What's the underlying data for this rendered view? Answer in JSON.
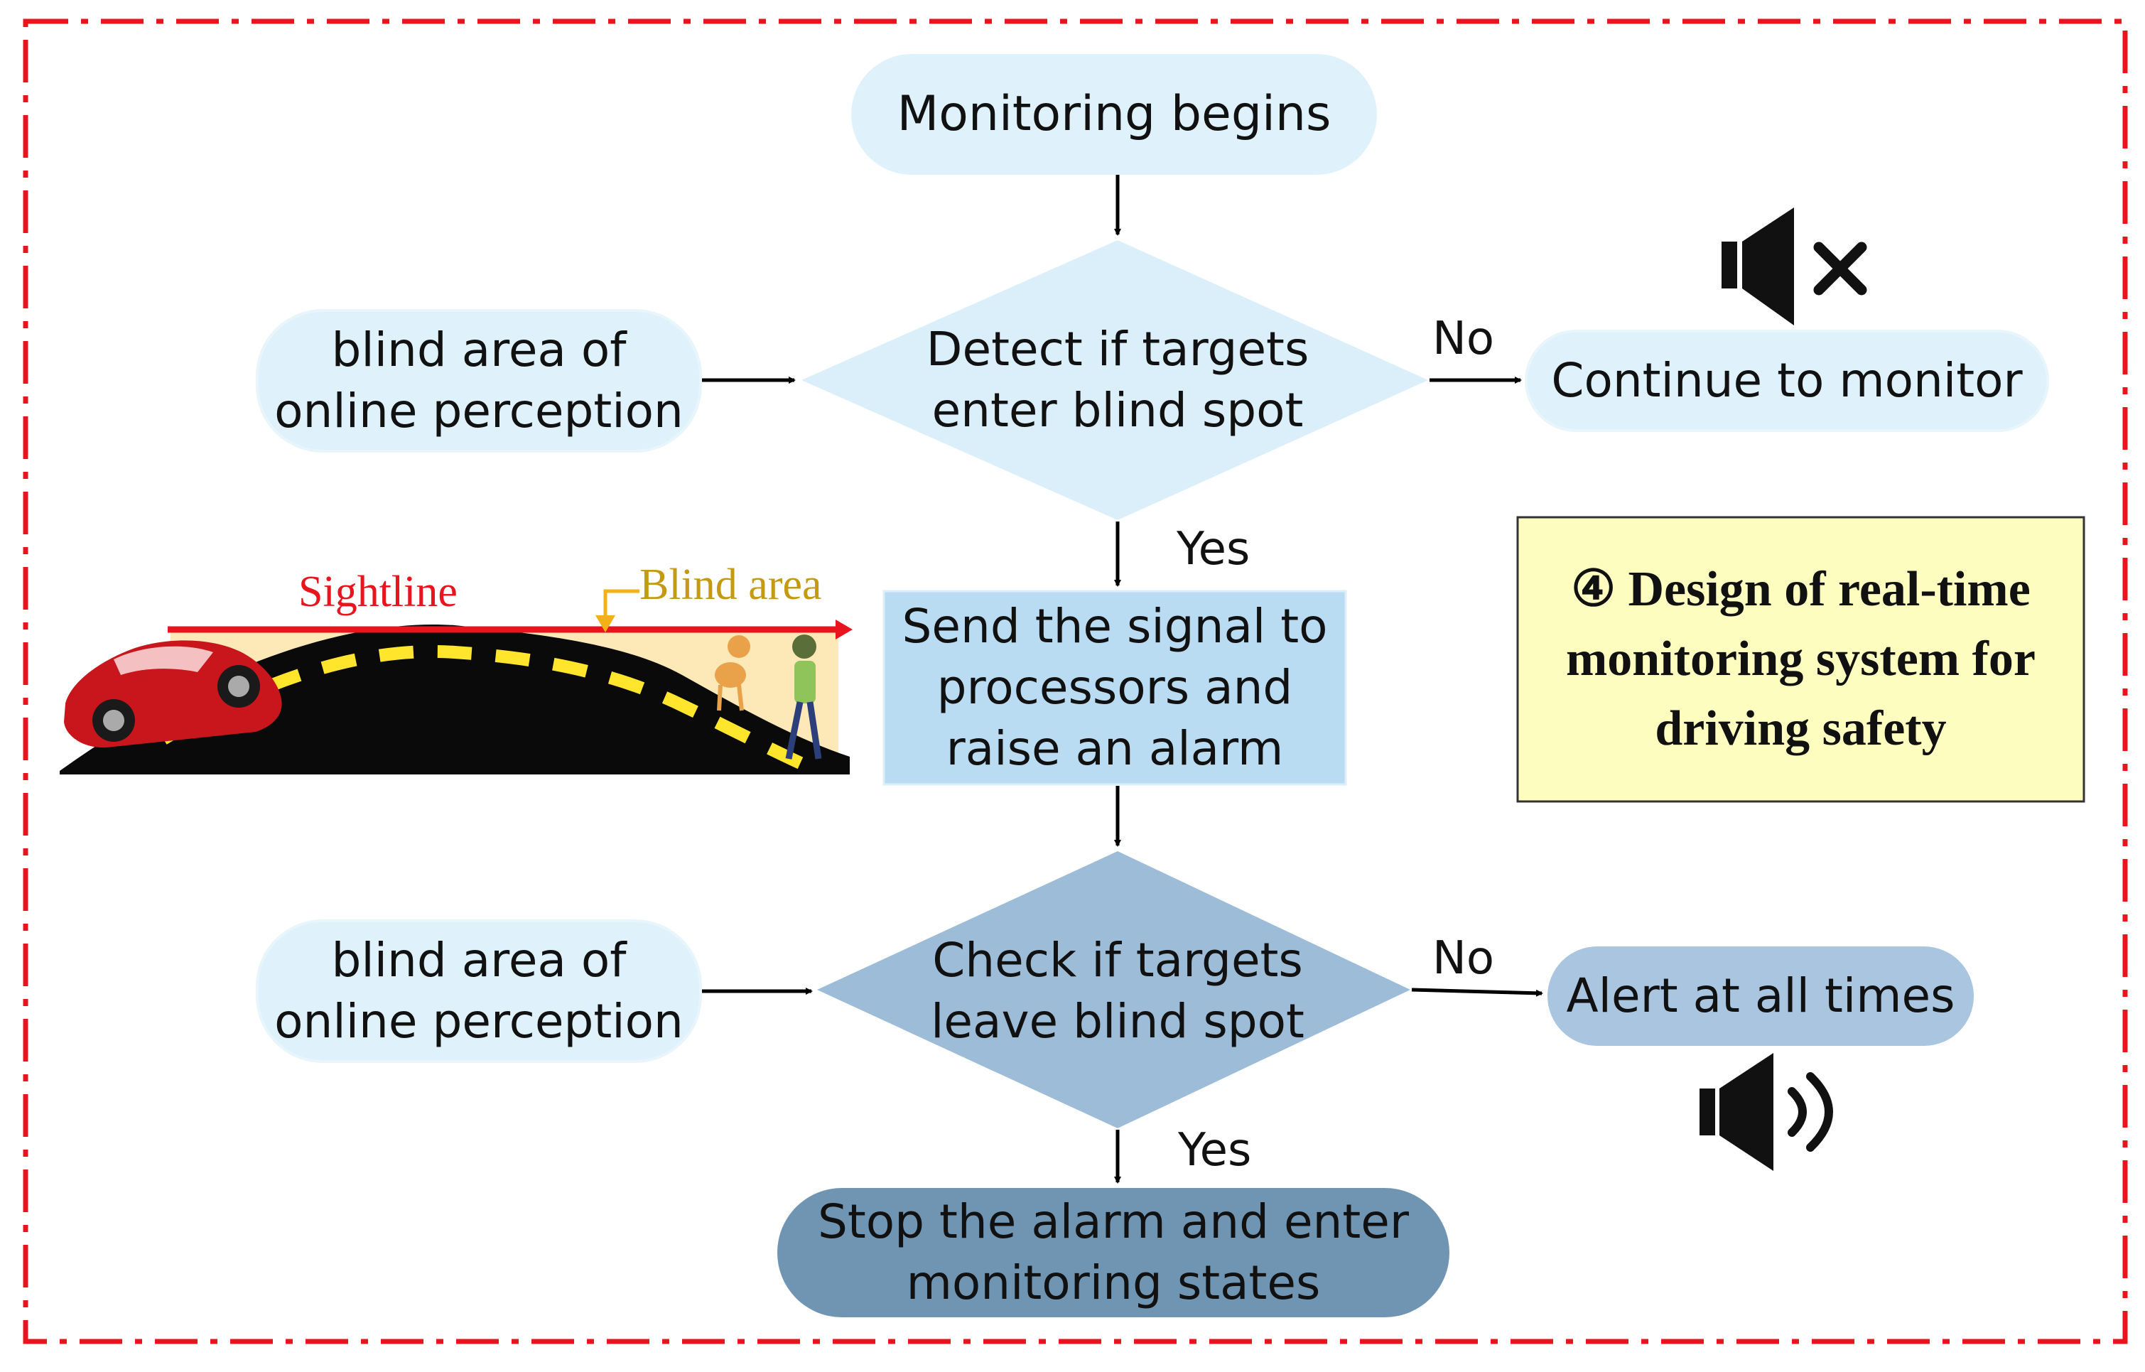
{
  "flowchart": {
    "start": "Monitoring begins",
    "input_top": "blind area of\nonline perception",
    "decision_enter": "Detect if targets\nenter blind spot",
    "no_label_top": "No",
    "continue": "Continue to monitor",
    "yes_label_top": "Yes",
    "send_signal": "Send the signal to\nprocessors and\nraise an alarm",
    "input_bottom": "blind area of\nonline perception",
    "decision_leave": "Check if targets\nleave blind spot",
    "no_label_bottom": "No",
    "alert": "Alert at all times",
    "yes_label_bottom": "Yes",
    "stop": "Stop the alarm and enter\nmonitoring states"
  },
  "illustration": {
    "sightline_label": "Sightline",
    "blind_area_label": "Blind area"
  },
  "title_box": {
    "title": "④ Design of real-time\nmonitoring system for\ndriving safety"
  },
  "icons": {
    "muted": "speaker-muted-icon",
    "sound": "speaker-sound-icon"
  },
  "colors": {
    "frame": "#e8141e",
    "light_fill": "#dff2fb",
    "diamond_light": "#dbeffa",
    "send_fill": "#b9dcf2",
    "dark_diamond": "#9dbcd8",
    "alert_fill": "#a9c5df",
    "stop_fill": "#6f95b3",
    "title_fill": "#fdfdc0"
  }
}
